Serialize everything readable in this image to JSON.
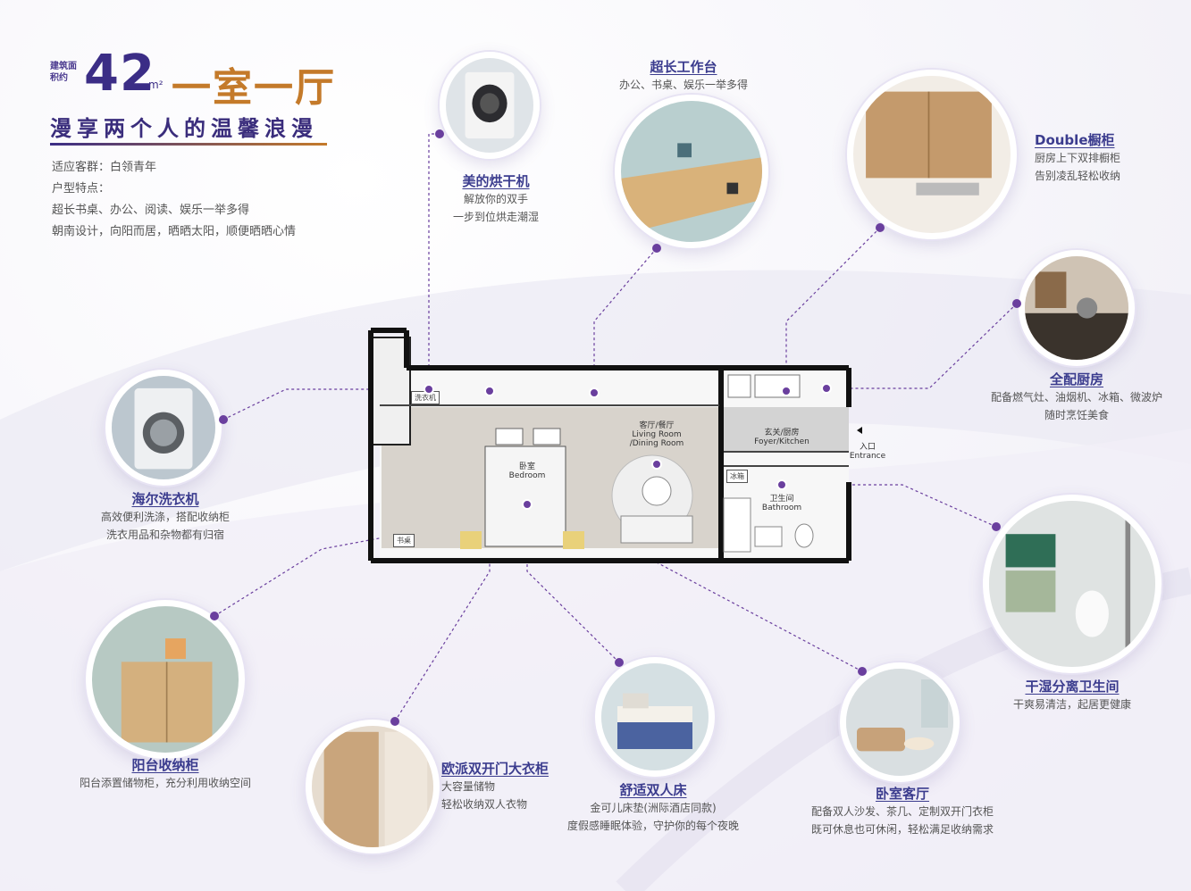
{
  "header": {
    "area_label": "建筑面积约",
    "area_number": "42",
    "area_unit": "m²",
    "title": "一室一厅",
    "subtitle": "漫享两个人的温馨浪漫",
    "lines": [
      "适应客群：白领青年",
      "户型特点：",
      "超长书桌、办公、阅读、娱乐一举多得",
      "朝南设计，向阳而居，晒晒太阳，顺便晒晒心情"
    ]
  },
  "features": {
    "dryer": {
      "title": "美的烘干机",
      "desc": [
        "解放你的双手",
        "一步到位烘走潮湿"
      ]
    },
    "desk": {
      "title": "超长工作台",
      "desc": [
        "办公、书桌、娱乐一举多得"
      ]
    },
    "cabinet": {
      "title": "Double橱柜",
      "desc": [
        "厨房上下双排橱柜",
        "告别凌乱轻松收纳"
      ]
    },
    "kitchen": {
      "title": "全配厨房",
      "desc": [
        "配备燃气灶、油烟机、冰箱、微波炉",
        "随时烹饪美食"
      ]
    },
    "washer": {
      "title": "海尔洗衣机",
      "desc": [
        "高效便利洗涤，搭配收纳柜",
        "洗衣用品和杂物都有归宿"
      ]
    },
    "balcony": {
      "title": "阳台收纳柜",
      "desc": [
        "阳台添置储物柜，充分利用收纳空间"
      ]
    },
    "wardrobe": {
      "title": "欧派双开门大衣柜",
      "desc": [
        "大容量储物",
        "轻松收纳双人衣物"
      ]
    },
    "bed": {
      "title": "舒适双人床",
      "desc": [
        "金可儿床垫(洲际酒店同款)",
        "度假感睡眠体验，守护你的每个夜晚"
      ]
    },
    "living": {
      "title": "卧室客厅",
      "desc": [
        "配备双人沙发、茶几、定制双开门衣柜",
        "既可休息也可休闲，轻松满足收纳需求"
      ]
    },
    "bathroom": {
      "title": "干湿分离卫生间",
      "desc": [
        "干爽易清洁，起居更健康"
      ]
    }
  },
  "plan": {
    "laundry": "洗衣机",
    "study": "书桌",
    "fridge": "冰箱",
    "bedroom_cn": "卧室",
    "bedroom_en": "Bedroom",
    "living_cn": "客厅/餐厅",
    "living_en1": "Living Room",
    "living_en2": "/Dining Room",
    "foyer_cn": "玄关/厨房",
    "foyer_en": "Foyer/Kitchen",
    "bath_cn": "卫生间",
    "bath_en": "Bathroom",
    "entrance_cn": "入口",
    "entrance_en": "Entrance"
  },
  "colors": {
    "accent": "#6a3f9e",
    "title_gold": "#c47a2a",
    "title_navy": "#3b2d86"
  }
}
